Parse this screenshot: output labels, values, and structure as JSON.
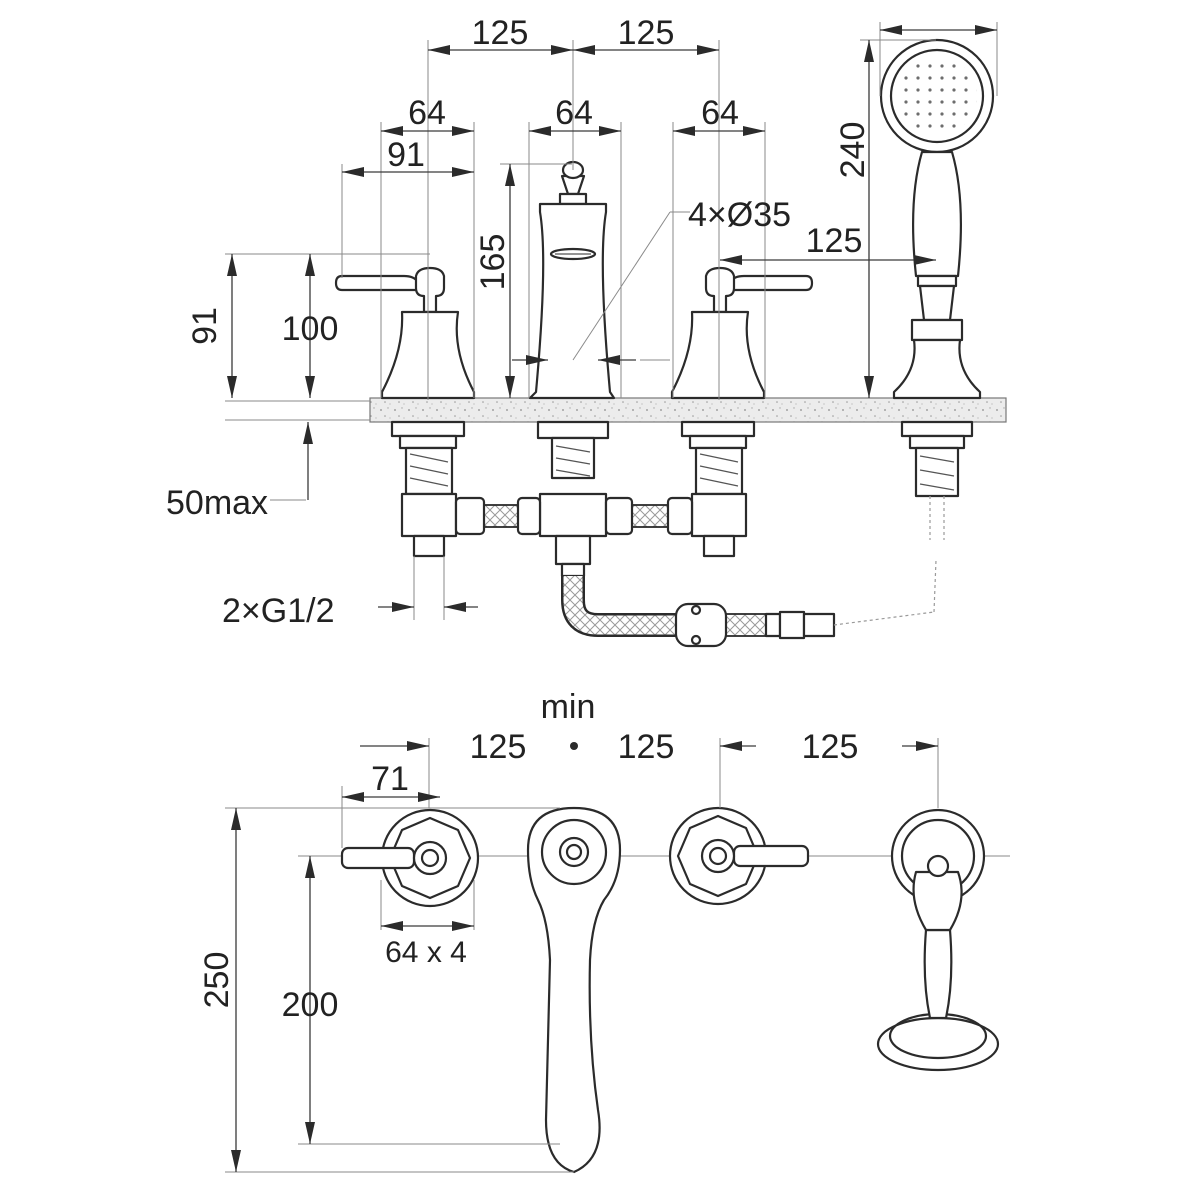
{
  "labels": {
    "top_spacing_left": "125",
    "top_spacing_right": "125",
    "handle_width_left": "64",
    "spout_width": "64",
    "handle_width_right": "64",
    "handle_lever_length": "91",
    "holes": "4×Ø35",
    "shower_offset": "125",
    "handle_height": "91",
    "handle_full_height": "100",
    "spout_height": "165",
    "shower_length": "240",
    "deck_thickness": "50max",
    "connection": "2×G1/2",
    "min_note": "min",
    "plan_spacing_1": "125",
    "plan_spacing_2": "125",
    "plan_spacing_3": "125",
    "plan_lever": "71",
    "plan_flange": "64 x 4",
    "plan_depth": "250",
    "plan_spout_reach": "200"
  },
  "colors": {
    "line": "#2b2b2b",
    "deck": "#e8e8e8",
    "background": "#ffffff"
  }
}
